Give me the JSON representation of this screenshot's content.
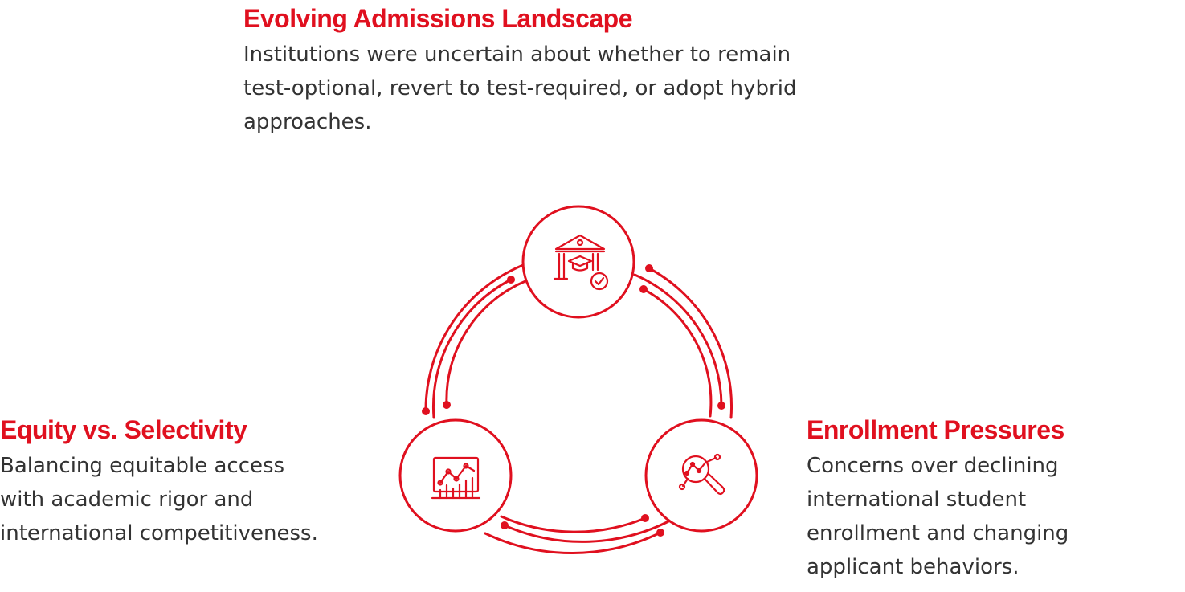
{
  "colors": {
    "accent": "#e0101f",
    "text": "#333333",
    "background": "#ffffff"
  },
  "top": {
    "title": "Evolving Admissions Landscape",
    "lines": [
      "Institutions were uncertain about whether to remain",
      "test-optional, revert to test-required, or adopt hybrid",
      "approaches."
    ],
    "icon": "university-building-graduation-cap-check-icon"
  },
  "left": {
    "title": "Equity vs. Selectivity",
    "lines": [
      "Balancing equitable access",
      "with academic rigor and",
      "international competitiveness."
    ],
    "icon": "growth-chart-icon"
  },
  "right": {
    "title": "Enrollment Pressures",
    "lines": [
      "Concerns over declining",
      "international student",
      "enrollment and changing",
      "applicant behaviors."
    ],
    "icon": "magnifier-analytics-icon"
  }
}
